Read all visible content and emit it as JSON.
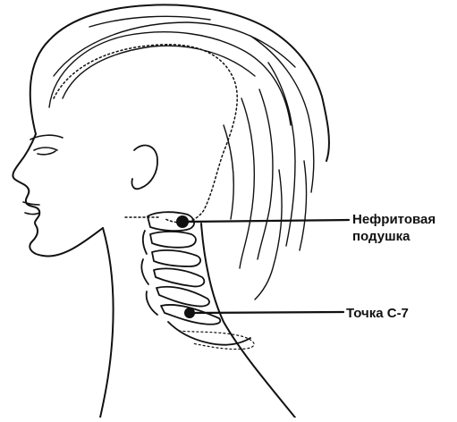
{
  "diagram": {
    "callouts": [
      {
        "id": "jade-pillow",
        "lines": [
          "Нефритовая",
          "подушка"
        ]
      },
      {
        "id": "c7-point",
        "lines": [
          "Точка C-7"
        ]
      }
    ]
  },
  "colors": {
    "ink": "#111111",
    "background": "#ffffff"
  }
}
